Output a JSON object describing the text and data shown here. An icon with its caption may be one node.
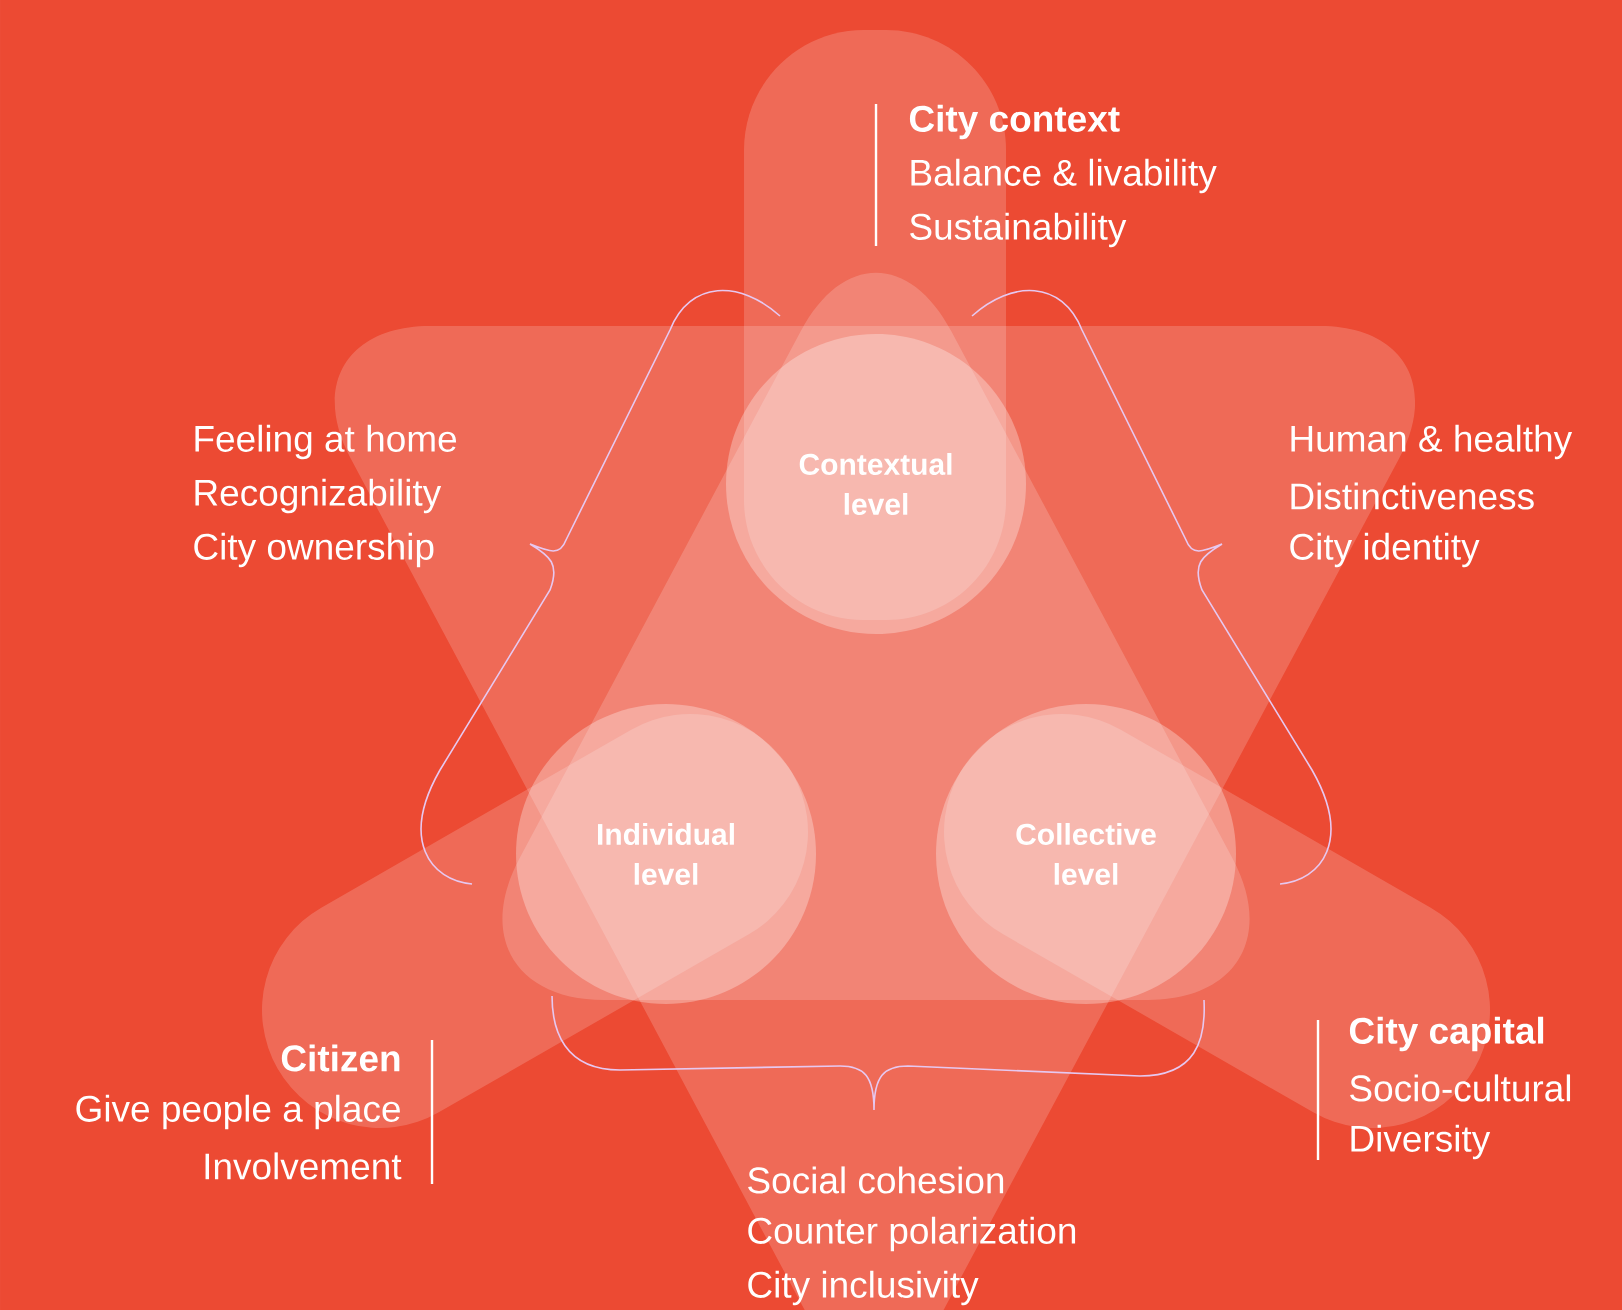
{
  "diagram": {
    "nodes": [
      {
        "text": [
          "Contextual level"
        ]
      },
      {
        "text": [
          "Individual level"
        ]
      },
      {
        "text": [
          "Collective level"
        ]
      }
    ],
    "labels": [
      "City context",
      "Balance & livability",
      "Sustainability",
      "Feeling at home",
      "Recognizability",
      "City ownership",
      "Human & healthy",
      "Distinctiveness",
      "City identity",
      "Citizen",
      "Give people a place",
      "Involvement",
      "City capital",
      "Socio-cultural",
      "Diversity",
      "Social cohesion",
      "Counter polarization",
      "City inclusivity"
    ]
  }
}
